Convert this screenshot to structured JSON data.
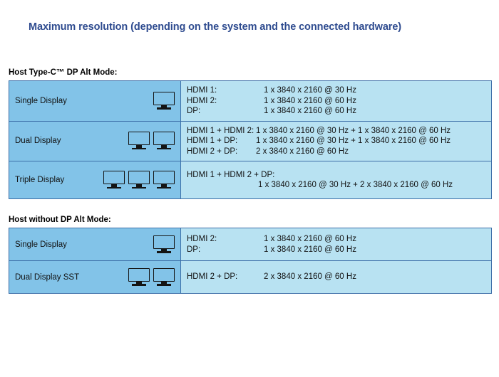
{
  "title": "Maximum resolution (depending on the system and the connected hardware)",
  "colors": {
    "title": "#2e4b8f",
    "label_cell": "#82c3e8",
    "value_cell": "#b8e2f2",
    "border": "#3d6fa8",
    "icon": "#141414"
  },
  "sections": [
    {
      "heading": "Host Type-C™ DP Alt Mode:",
      "rows": [
        {
          "label": "Single Display",
          "monitor_count": 1,
          "lines": [
            {
              "port": "HDMI 1:",
              "value": "1 x 3840 x 2160 @ 30 Hz"
            },
            {
              "port": "HDMI 2:",
              "value": "1 x 3840 x 2160 @ 60 Hz"
            },
            {
              "port": "DP:",
              "value": "1 x 3840 x 2160 @ 60 Hz"
            }
          ]
        },
        {
          "label": "Dual Display",
          "monitor_count": 2,
          "lines": [
            {
              "port": "HDMI 1 + HDMI 2:",
              "value": "1 x 3840 x 2160 @ 30 Hz + 1 x 3840 x 2160 @ 60 Hz"
            },
            {
              "port": "HDMI 1 + DP:",
              "value": "1 x 3840 x 2160 @ 30 Hz + 1 x 3840 x 2160 @ 60 Hz"
            },
            {
              "port": "HDMI 2 + DP:",
              "value": "2 x 3840 x 2160 @ 60 Hz"
            }
          ]
        },
        {
          "label": "Triple Display",
          "monitor_count": 3,
          "wrapped": true,
          "lines": [
            {
              "port": "HDMI 1 + HDMI 2 + DP:",
              "value": "1 x 3840 x 2160 @ 30 Hz + 2 x 3840 x 2160 @ 60 Hz"
            }
          ]
        }
      ]
    },
    {
      "heading": "Host without DP Alt Mode:",
      "rows": [
        {
          "label": "Single Display",
          "monitor_count": 1,
          "lines": [
            {
              "port": "HDMI 2:",
              "value": "1 x 3840 x 2160 @ 60 Hz"
            },
            {
              "port": "DP:",
              "value": "1 x 3840 x 2160 @ 60 Hz"
            }
          ]
        },
        {
          "label": "Dual Display SST",
          "monitor_count": 2,
          "lines": [
            {
              "port": "HDMI 2 + DP:",
              "value": "2 x 3840 x 2160 @ 60 Hz"
            }
          ]
        }
      ]
    }
  ]
}
